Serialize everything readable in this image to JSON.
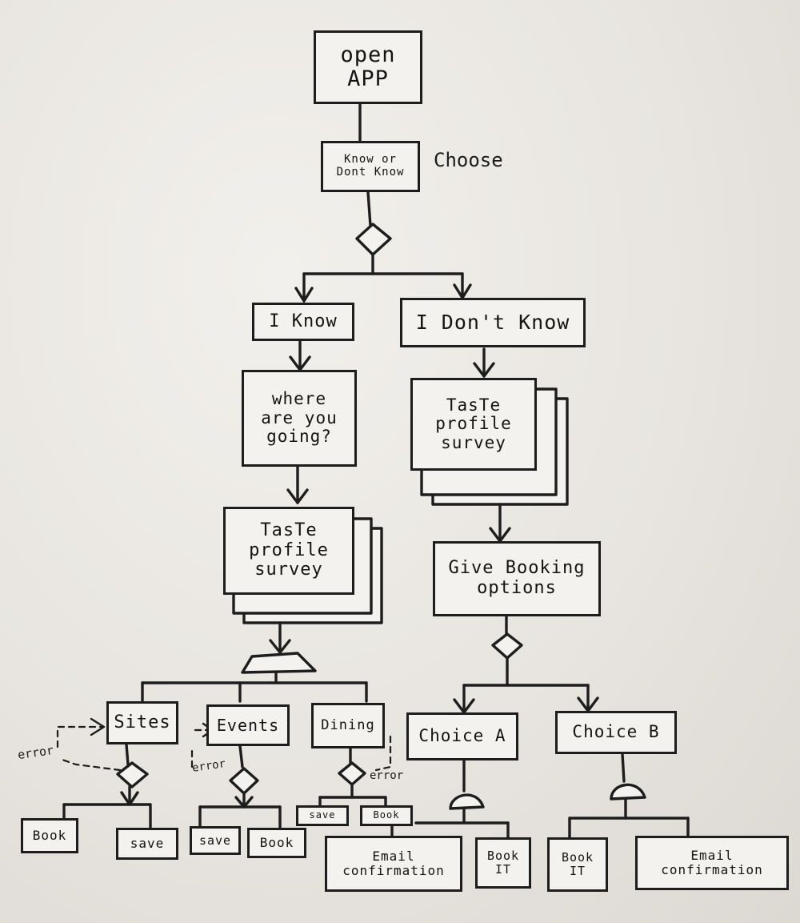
{
  "diagram": {
    "nodes": {
      "open_app": "open\nAPP",
      "know_or_dont": "Know or\nDont Know",
      "i_know": "I Know",
      "i_dont_know": "I Don't Know",
      "where_going": "where\nare you\ngoing?",
      "taste_left": "TasTe\nprofile\nsurvey",
      "taste_right": "TasTe\nprofile\nsurvey",
      "give_booking": "Give Booking\noptions",
      "sites": "Sites",
      "events": "Events",
      "dining": "Dining",
      "choice_a": "Choice A",
      "choice_b": "Choice B",
      "book_1": "Book",
      "save_1": "save",
      "save_2": "save",
      "book_2": "Book",
      "save_3": "save",
      "book_3": "Book",
      "email_1": "Email\nconfirmation",
      "book_it_1": "Book\nIT",
      "book_it_2": "Book\nIT",
      "email_2": "Email\nconfirmation"
    },
    "annotations": {
      "choose": "Choose",
      "error_sites": "error",
      "error_events": "error",
      "error_dining": "error"
    },
    "ink_color": "#1d1d1d",
    "paper_color": "#f4f2ee"
  }
}
